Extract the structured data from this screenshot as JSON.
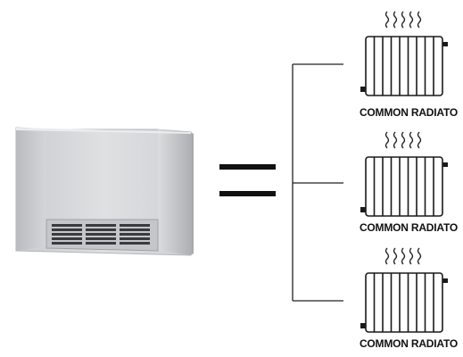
{
  "radiators": [
    {
      "label": "COMMON RADIATO"
    },
    {
      "label": "COMMON RADIATO"
    },
    {
      "label": "COMMON RADIATO"
    }
  ],
  "icons": {
    "unit": "fan-coil-unit-icon",
    "equals": "equals-sign-icon",
    "radiator": "radiator-icon",
    "heat": "heat-waves-icon"
  }
}
